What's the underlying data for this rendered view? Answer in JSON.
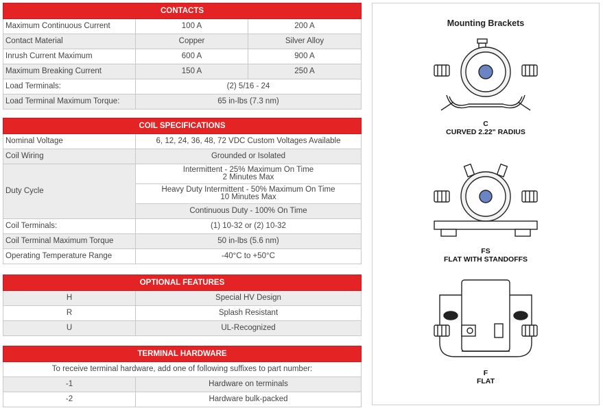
{
  "contacts": {
    "title": "CONTACTS",
    "rows": [
      {
        "label": "Maximum Continuous Current",
        "a": "100 A",
        "b": "200 A"
      },
      {
        "label": "Contact Material",
        "a": "Copper",
        "b": "Silver Alloy"
      },
      {
        "label": "Inrush Current Maximum",
        "a": "600 A",
        "b": "900 A"
      },
      {
        "label": "Maximum Breaking Current",
        "a": "150 A",
        "b": "250 A"
      },
      {
        "label": "Load Terminals:",
        "v": "(2) 5/16 - 24"
      },
      {
        "label": "Load Terminal Maximum Torque:",
        "v": "65 in-lbs (7.3 nm)"
      }
    ]
  },
  "coil": {
    "title": "COIL SPECIFICATIONS",
    "nominal_voltage": {
      "label": "Nominal Voltage",
      "v": "6, 12, 24, 36, 48, 72 VDC Custom Voltages Available"
    },
    "coil_wiring": {
      "label": "Coil Wiring",
      "v": "Grounded or Isolated"
    },
    "duty_cycle": {
      "label": "Duty Cycle",
      "intermittent_1": "Intermittent - 25% Maximum On Time",
      "intermittent_2": "2 Minutes Max",
      "heavy_1": "Heavy Duty Intermittent - 50% Maximum On Time",
      "heavy_2": "10 Minutes Max",
      "continuous": "Continuous Duty - 100% On Time"
    },
    "coil_terminals": {
      "label": "Coil Terminals:",
      "v": "(1) 10-32 or (2) 10-32"
    },
    "coil_torque": {
      "label": "Coil Terminal Maximum Torque",
      "v": "50 in-lbs (5.6 nm)"
    },
    "temp_range": {
      "label": "Operating Temperature Range",
      "v": "-40°C to +50°C"
    }
  },
  "optional": {
    "title": "OPTIONAL FEATURES",
    "rows": [
      {
        "code": "H",
        "desc": "Special HV Design"
      },
      {
        "code": "R",
        "desc": "Splash Resistant"
      },
      {
        "code": "U",
        "desc": "UL-Recognized"
      }
    ]
  },
  "hardware": {
    "title": "TERMINAL HARDWARE",
    "note": "To receive terminal hardware, add one of following suffixes to part number:",
    "rows": [
      {
        "code": "-1",
        "desc": "Hardware on terminals"
      },
      {
        "code": "-2",
        "desc": "Hardware bulk-packed"
      }
    ]
  },
  "brackets": {
    "title": "Mounting Brackets",
    "c_code": "C",
    "c_name": "CURVED 2.22\" RADIUS",
    "fs_code": "FS",
    "fs_name": "FLAT WITH STANDOFFS",
    "f_code": "F",
    "f_name": "FLAT"
  },
  "colors": {
    "header_red": "#e42325",
    "row_gray": "#ececec",
    "terminal_blue": "#6a84c4"
  }
}
